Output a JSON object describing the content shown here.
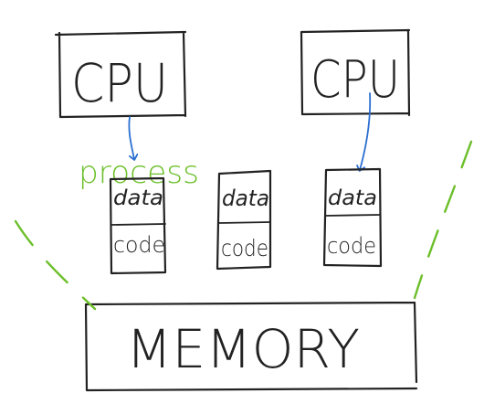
{
  "diagram": {
    "cpu_left_label": "CPU",
    "cpu_right_label": "CPU",
    "process_label": "process",
    "memory_label": "MEMORY",
    "processes": [
      {
        "data_label": "data",
        "code_label": "code"
      },
      {
        "data_label": "data",
        "code_label": "code"
      },
      {
        "data_label": "data",
        "code_label": "code"
      }
    ]
  },
  "colors": {
    "ink": "#222222",
    "arrow": "#2b6fd1",
    "highlight": "#6cbf2a"
  }
}
